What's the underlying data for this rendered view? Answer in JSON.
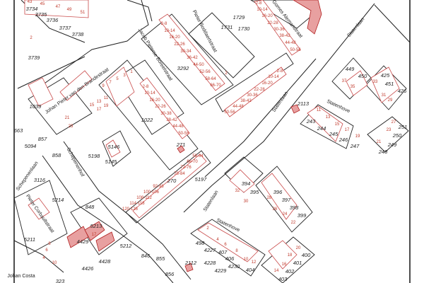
{
  "map": {
    "type": "cadastral-map",
    "colors": {
      "parcel_line": "#222222",
      "building_outline": "#c94a4a",
      "house_number": "#c0392b",
      "background": "#ffffff"
    },
    "street_names": [
      "Jacob Pieterse Boreelstraat",
      "Pieter Boddaertstraat",
      "Gomes Alemanstraat",
      "Statenlaan",
      "Statenlaan",
      "Statenlaan",
      "Statenhove",
      "Statenhove",
      "Johan Pieter van den Brandestraat",
      "Schepenenhof",
      "Schepenenlaan",
      "Pieter Corbaultstraat",
      "Johan Costa"
    ],
    "parcel_numbers": [
      "3734",
      "3735",
      "3736",
      "3737",
      "3738",
      "3739",
      "1039",
      "1022",
      "3292",
      "1729",
      "1731",
      "1730",
      "2113",
      "449",
      "450",
      "425",
      "451",
      "426",
      "243",
      "244",
      "245",
      "246",
      "247",
      "250",
      "251",
      "249",
      "248",
      "5094",
      "857",
      "858",
      "5198",
      "5146",
      "5145",
      "271",
      "270",
      "5197",
      "3116",
      "5214",
      "848",
      "5213",
      "4429",
      "5212",
      "846",
      "855",
      "856",
      "2112",
      "5211",
      "4426",
      "4428",
      "663",
      "394",
      "395",
      "396",
      "397",
      "398",
      "399",
      "498",
      "4227",
      "407",
      "406",
      "4228",
      "4229",
      "4230",
      "404",
      "400",
      "401",
      "402",
      "403",
      "323"
    ],
    "house_number_ranges": [
      "2-8",
      "10-14",
      "16-20",
      "22-26",
      "30-34",
      "36-42",
      "44-50",
      "52-56",
      "58-64",
      "66-70",
      "2-8",
      "10-14",
      "16-20",
      "22-26",
      "30-38",
      "38-42",
      "44-48",
      "50-56",
      "2-8",
      "10-14",
      "16-20",
      "22-28",
      "30-36",
      "38-42",
      "44-48",
      "50-56",
      "2-8",
      "10-14",
      "16-20",
      "22-28",
      "30-36",
      "38-42",
      "44-48",
      "50-56",
      "58-64",
      "66-70",
      "72-76",
      "78-84",
      "92-98",
      "100-106",
      "108-112",
      "114-118",
      "120-126"
    ],
    "house_numbers": [
      "43",
      "45",
      "47",
      "49",
      "51",
      "2",
      "37",
      "35",
      "33",
      "31",
      "29",
      "11",
      "13",
      "15",
      "17",
      "19",
      "27",
      "23",
      "21",
      "32",
      "30",
      "28",
      "26",
      "24",
      "22",
      "20",
      "18",
      "16",
      "14",
      "2",
      "4",
      "6",
      "8",
      "10",
      "12",
      "17",
      "1",
      "3",
      "5",
      "7",
      "9",
      "11",
      "13",
      "15",
      "17",
      "19",
      "21",
      "23",
      "2",
      "4",
      "6",
      "8",
      "10"
    ]
  }
}
